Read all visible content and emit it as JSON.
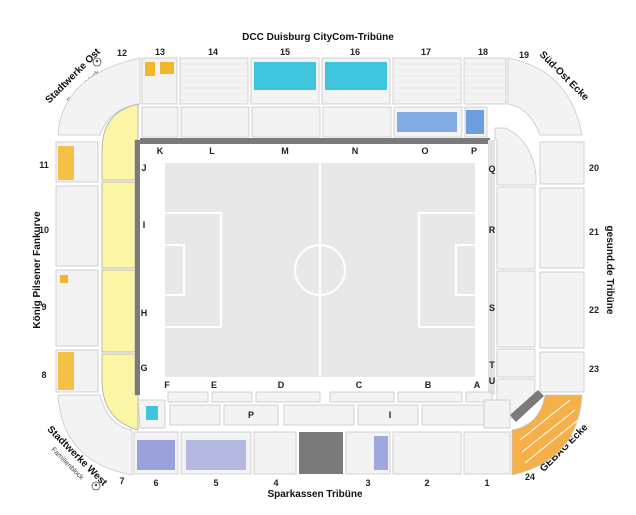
{
  "stands": {
    "north": "DCC Duisburg CityCom-Tribüne",
    "south": "Sparkassen Tribüne",
    "west": "König Pilsener Fankurve",
    "east": "gesund.de Tribüne",
    "nw_corner": "Stadtwerke Ost",
    "nw_corner_sub": "Familienblock",
    "sw_corner": "Stadtwerke West",
    "sw_corner_sub": "Familienblock",
    "ne_corner": "Süd-Ost Ecke",
    "se_corner": "GEBAG Ecke"
  },
  "blocks": {
    "north_upper": [
      "12",
      "13",
      "14",
      "15",
      "16",
      "17",
      "18",
      "19"
    ],
    "north_lower": [
      "K",
      "L",
      "M",
      "N",
      "O",
      "P"
    ],
    "south_upper": [
      "F",
      "E",
      "D",
      "C",
      "B",
      "A"
    ],
    "south_lower": [
      "7",
      "6",
      "5",
      "4",
      "3",
      "2",
      "1",
      "24"
    ],
    "west_upper": [
      "J",
      "I",
      "H",
      "G"
    ],
    "west_lower": [
      "11",
      "10",
      "9",
      "8"
    ],
    "east_upper": [
      "Q",
      "R",
      "S",
      "T",
      "U"
    ],
    "east_lower": [
      "20",
      "21",
      "22",
      "23"
    ],
    "press_p": "P",
    "press_i": "I"
  },
  "colors": {
    "pitch": "#e8e8e8",
    "gold": "#f2b728",
    "cyan": "#3fc4de",
    "blue": "#6b9de0",
    "lavender": "#8b93d6",
    "orange": "#f5b04a",
    "fankurve": "#fbf5a6",
    "track": "#7a7a7a"
  },
  "icons": [
    "family-icon"
  ]
}
